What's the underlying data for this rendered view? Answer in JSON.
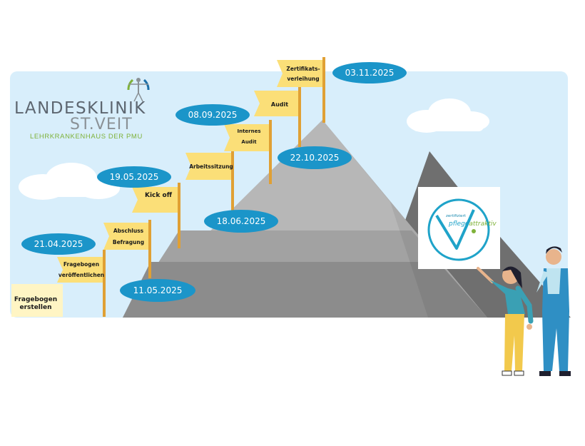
{
  "logo": {
    "name_line1": "LANDESKLINIK",
    "name_line2": "ST.VEIT",
    "tagline": "LEHRKRANKENHAUS DER PMU"
  },
  "colors": {
    "sky": "#d8eefb",
    "mountain_light": "#b7b7b7",
    "mountain_mid": "#9a9a9a",
    "mountain_dark": "#7b7b7b",
    "flag": "#fbdf78",
    "pole": "#e0a034",
    "date_pill": "#1b95c9",
    "start_note": "#fff5c4"
  },
  "start": {
    "line1": "Fragebogen",
    "line2": "erstellen"
  },
  "milestones": [
    {
      "flag_line1": "Fragebogen",
      "flag_line2": "veröffentlichen",
      "date": "21.04.2025"
    },
    {
      "flag_line1": "Abschluss",
      "flag_line2": "Befragung",
      "date": "11.05.2025"
    },
    {
      "flag_line1": "Kick off",
      "flag_line2": "",
      "date": "19.05.2025"
    },
    {
      "flag_line1": "Arbeitssitzung",
      "flag_line2": "",
      "date": "18.06.2025"
    },
    {
      "flag_line1": "Internes",
      "flag_line2": "Audit",
      "date": "08.09.2025"
    },
    {
      "flag_line1": "Audit",
      "flag_line2": "",
      "date": "22.10.2025"
    },
    {
      "flag_line1": "Zertifikats-",
      "flag_line2": "verleihung",
      "date": "03.11.2025"
    }
  ],
  "certificate": {
    "line1": "zertifiziert",
    "line2_a": "pflege",
    "line2_b": "attraktiv"
  }
}
